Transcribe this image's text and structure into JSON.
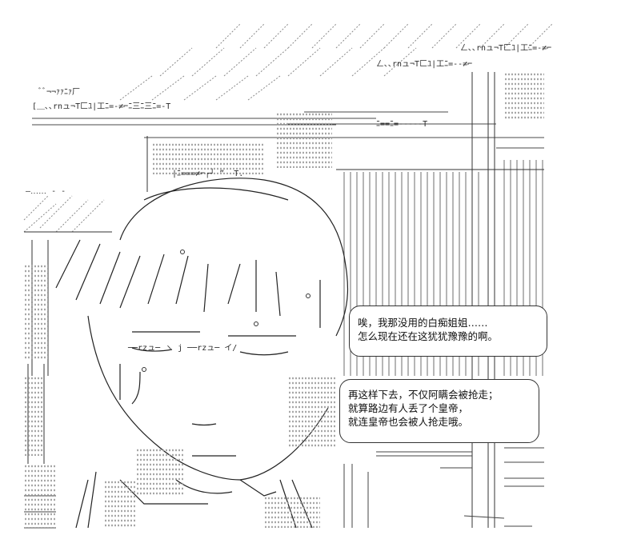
{
  "bubble_top": {
    "lines": [
      "唉，我那没用的白痴姐姐……",
      "怎么现在还在这犹犹豫豫的啊。"
    ]
  },
  "bubble_bottom": {
    "lines": [
      "再这样下去，不仅阿瞒会被抢走；",
      "就算路边有人丢了个皇帝，",
      "就连皇帝也会被人抢走哦。"
    ]
  },
  "art": {
    "roof_text_1": "ㄥ､､rnュ¬T匚ﾕ|工ﾆ=-≠⌐",
    "roof_text_2": "ㄥ､､rnュ¬T匚ﾕ|工ﾆ=--≠⌐",
    "roof_text_3": "ﾞﾞ¬¬ｧｧﾆｧ厂",
    "roof_text_4": "[＿､､rnュ¬T匚ﾕ|工ﾆ=-≠⌐ﾆ三ﾆ三ﾆ=-T",
    "mid_text_1": "|ﾆ===≠⌐┌┘ ”  T.",
    "mid_text_2": "ﾆ==ﾆ=-----T",
    "mouth_text": "──rzュ─ ヽ j ──rzュ─ イ/",
    "left_text": "―‥‥‥ ‐ ‐"
  }
}
